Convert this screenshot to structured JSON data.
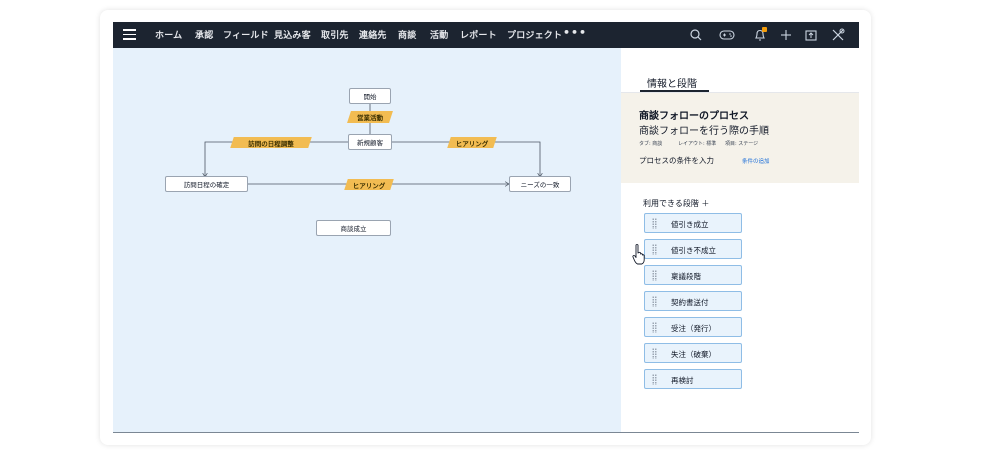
{
  "topbar": {
    "nav": [
      "ホーム",
      "承認",
      "フィールド",
      "見込み客",
      "取引先",
      "連絡先",
      "商談",
      "活動",
      "レポート",
      "プロジェクト",
      "•••"
    ],
    "icons": [
      "search-icon",
      "game-controller-icon",
      "bell-icon",
      "plus-icon",
      "upload-icon",
      "tools-icon"
    ],
    "accent": "#f59e0b"
  },
  "flow": {
    "nodes": {
      "start": "開始",
      "new_customer": "新規顧客",
      "visit_confirm": "訪問日程の確定",
      "needs_match": "ニーズの一致",
      "deal_closed": "商談成立"
    },
    "tags": {
      "sales_activity": "営業活動",
      "visit_schedule": "訪問の日程調整",
      "hearing_1": "ヒアリング",
      "hearing_2": "ヒアリング"
    },
    "tag_color": "#f2bc52"
  },
  "panel": {
    "tab": "情報と段階",
    "process_title": "商談フォローのプロセス",
    "process_subtitle": "商談フォローを行う際の手順",
    "meta": {
      "type": "タブ: 商談",
      "layout": "レイアウト: 標準",
      "field": "項目: ステージ"
    },
    "condition_label": "プロセスの条件を入力",
    "condition_link": "条件の追加",
    "stages_header": "利用できる段階 ＋",
    "stages": [
      "値引き成立",
      "値引き不成立",
      "稟議段階",
      "契約書送付",
      "受注（発行）",
      "失注（破棄）",
      "再検討"
    ]
  }
}
